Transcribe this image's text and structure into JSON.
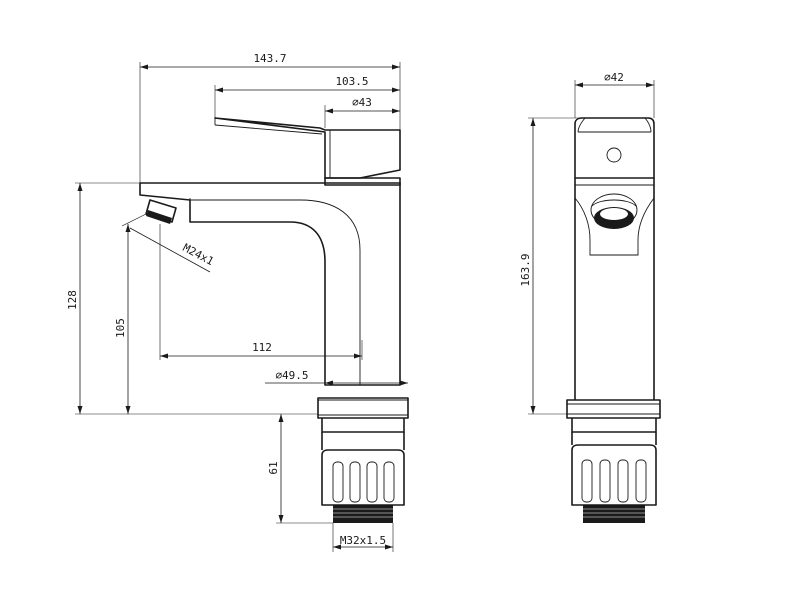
{
  "dimensions": {
    "overall_length": "143.7",
    "lever_length": "103.5",
    "body_diameter": "∅43",
    "spout_reach": "112",
    "base_diameter": "∅49.5",
    "spout_height": "128",
    "aerator_height": "105",
    "aerator_thread": "M24x1",
    "shank_length": "61",
    "shank_thread": "M32x1.5",
    "side_diameter": "∅42",
    "total_height": "163.9"
  }
}
